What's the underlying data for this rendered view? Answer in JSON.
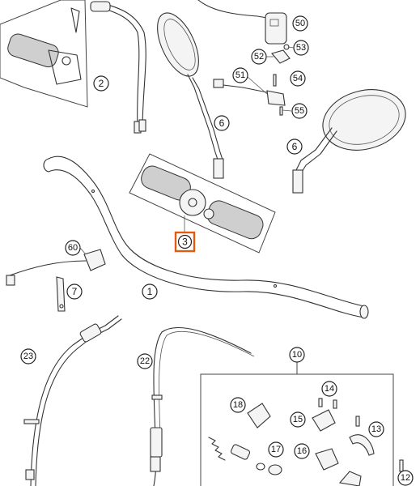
{
  "callouts": {
    "c1": "1",
    "c2": "2",
    "c3": "3",
    "c6a": "6",
    "c6b": "6",
    "c7": "7",
    "c10": "10",
    "c12": "12",
    "c13": "13",
    "c14": "14",
    "c15": "15",
    "c16": "16",
    "c17": "17",
    "c18": "18",
    "c22": "22",
    "c23": "23",
    "c50": "50",
    "c51": "51",
    "c52": "52",
    "c53": "53",
    "c54": "54",
    "c55": "55",
    "c60": "60"
  },
  "highlight": {
    "color": "#e35b12",
    "selected_callout": "3"
  }
}
